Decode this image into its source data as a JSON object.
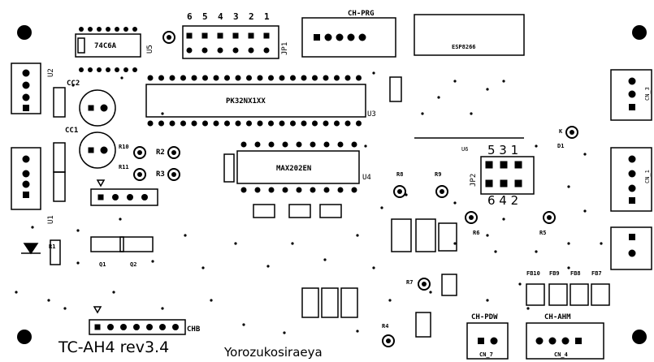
{
  "title": "TC-AH4 rev3.4",
  "author": "Yorozukosiraeya",
  "ics": {
    "u1": "U1",
    "u2": "U2",
    "u3": "U3",
    "u4": "U4",
    "u5": "U5",
    "u6": "U6",
    "ic_74": "74C6A",
    "ic_main": "PK32NX1XX",
    "ic_max": "MAX202EN",
    "esp": "ESP8266"
  },
  "connectors": {
    "ch_prg": "CH-PRG",
    "ch_pdw": "CH-PDW",
    "ch_ahm": "CH-AHM",
    "chb": "CHB",
    "cn_7": "CN_7",
    "cn_4": "CN_4",
    "cn_3": "CN_3",
    "cn_1": "CN_1",
    "jp1": "JP1",
    "jp2": "JP2",
    "jp1_pins": [
      "6",
      "5",
      "4",
      "3",
      "2",
      "1"
    ],
    "jp2_top": "5 3 1",
    "jp2_bot": "6 4 2"
  },
  "parts": {
    "cc1": "CC1",
    "cc2": "CC2",
    "r1": "R1",
    "r2": "R2",
    "r3": "R3",
    "r4": "R4",
    "r5": "R5",
    "r6": "R6",
    "r7": "R7",
    "r8": "R8",
    "r9": "R9",
    "r10": "R10",
    "r11": "R11",
    "d1": "D1",
    "k": "K",
    "q1": "Q1",
    "q2": "Q2",
    "fb10": "FB10",
    "fb9": "FB9",
    "fb8": "FB8",
    "fb7": "FB7"
  },
  "colors": {
    "ink": "#000000",
    "paper": "#ffffff"
  }
}
